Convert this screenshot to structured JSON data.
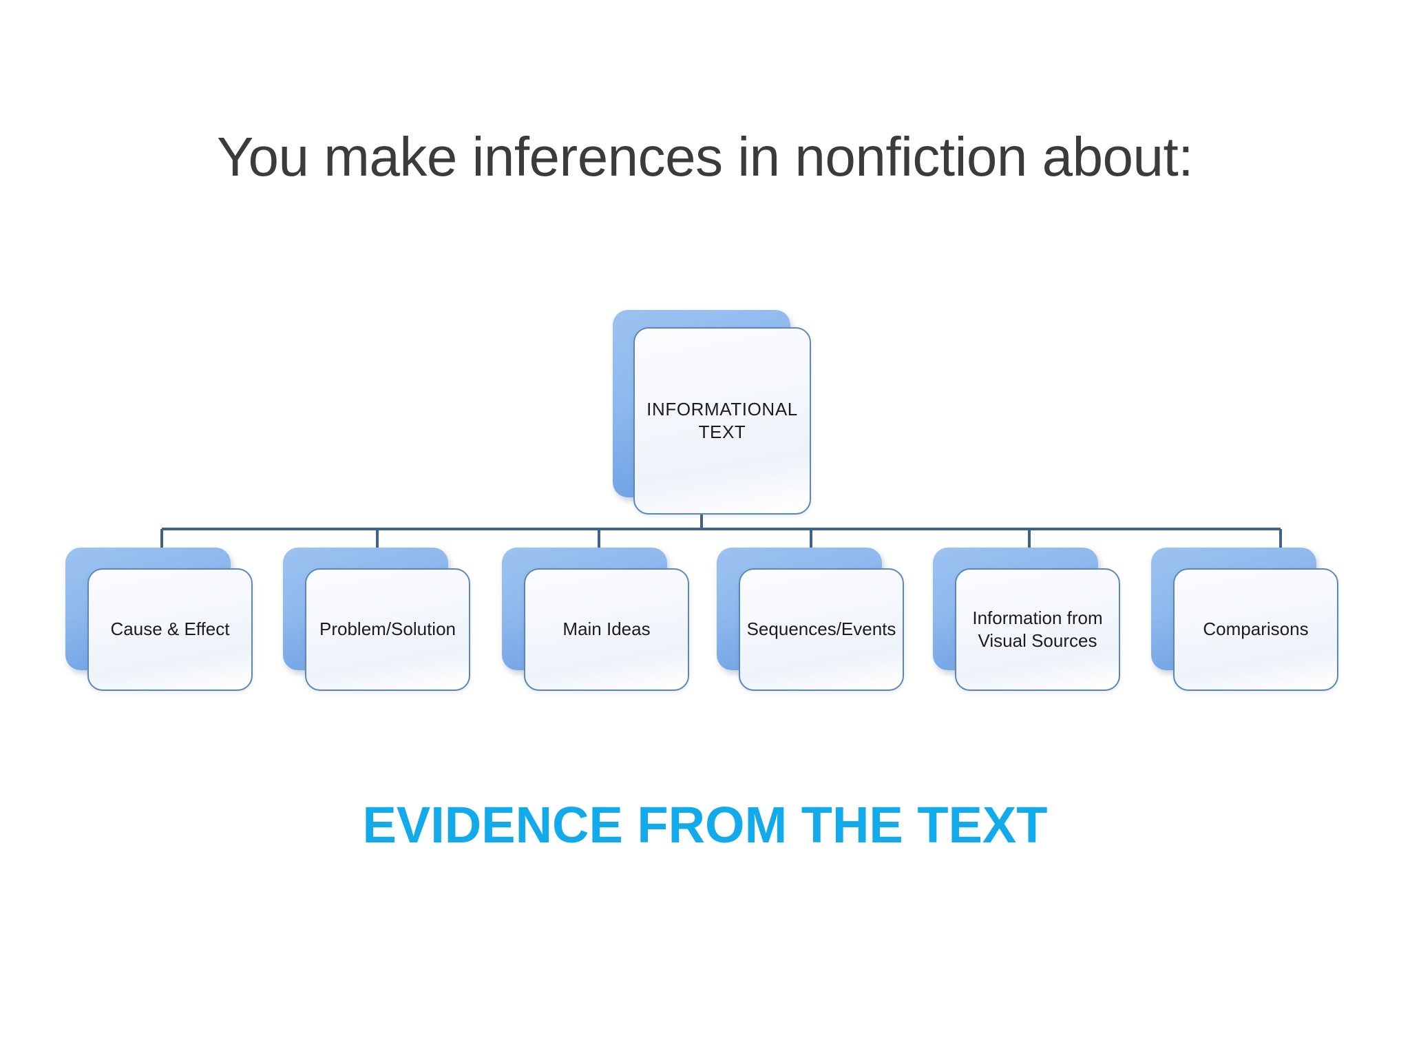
{
  "slide": {
    "title": "You make inferences in nonfiction about:",
    "footer_text": "EVIDENCE FROM THE TEXT",
    "background_color": "#ffffff",
    "title_color": "#3b3b3b",
    "footer_color": "#12aaeb"
  },
  "diagram": {
    "type": "hierarchy",
    "node_fill_color": "#f4f7fc",
    "node_border_color": "#5b87b8",
    "node_shadow_color": "#80b0e8",
    "connector_color": "#3f6287",
    "root": {
      "label": "INFORMATIONAL TEXT",
      "lines": [
        "INFORMATIONAL",
        "TEXT"
      ]
    },
    "children": [
      {
        "label": "Cause & Effect",
        "lines": [
          "Cause & Effect"
        ]
      },
      {
        "label": "Problem/Solution",
        "lines": [
          "Problem/Solution"
        ]
      },
      {
        "label": "Main Ideas",
        "lines": [
          "Main Ideas"
        ]
      },
      {
        "label": "Sequences/Events",
        "lines": [
          "Sequences/Events"
        ]
      },
      {
        "label": "Information from Visual Sources",
        "lines": [
          "Information from",
          "Visual Sources"
        ]
      },
      {
        "label": "Comparisons",
        "lines": [
          "Comparisons"
        ]
      }
    ]
  }
}
